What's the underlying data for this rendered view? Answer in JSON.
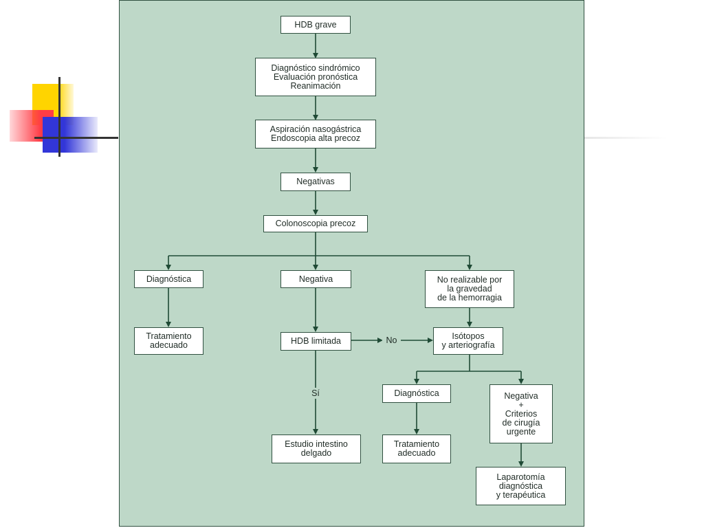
{
  "nodes": {
    "hdb_grave": "HDB grave",
    "diagnostico_sindromico": "Diagnóstico sindrómico\nEvaluación pronóstica\nReanimación",
    "aspiracion": "Aspiración nasogástrica\nEndoscopia alta precoz",
    "negativas": "Negativas",
    "colonoscopia": "Colonoscopia precoz",
    "diagnostica_left": "Diagnóstica",
    "negativa_mid": "Negativa",
    "no_realizable": "No realizable por\nla gravedad\nde la hemorragia",
    "tratamiento_left": "Tratamiento\nadecuado",
    "hdb_limitada": "HDB limitada",
    "isotopos": "Isótopos\ny arteriografía",
    "diagnostica_right": "Diagnóstica",
    "negativa_criterios": "Negativa\n+\nCriterios\nde cirugía\nurgente",
    "estudio_intestino": "Estudio intestino\ndelgado",
    "tratamiento_right": "Tratamiento\nadecuado",
    "laparotomia": "Laparotomía\ndiagnóstica\ny terapéutica"
  },
  "labels": {
    "no": "No",
    "si": "Sí"
  },
  "colors": {
    "panel_background": "#bed8c8",
    "line": "#1f4a35",
    "node_fill": "#ffffff"
  }
}
